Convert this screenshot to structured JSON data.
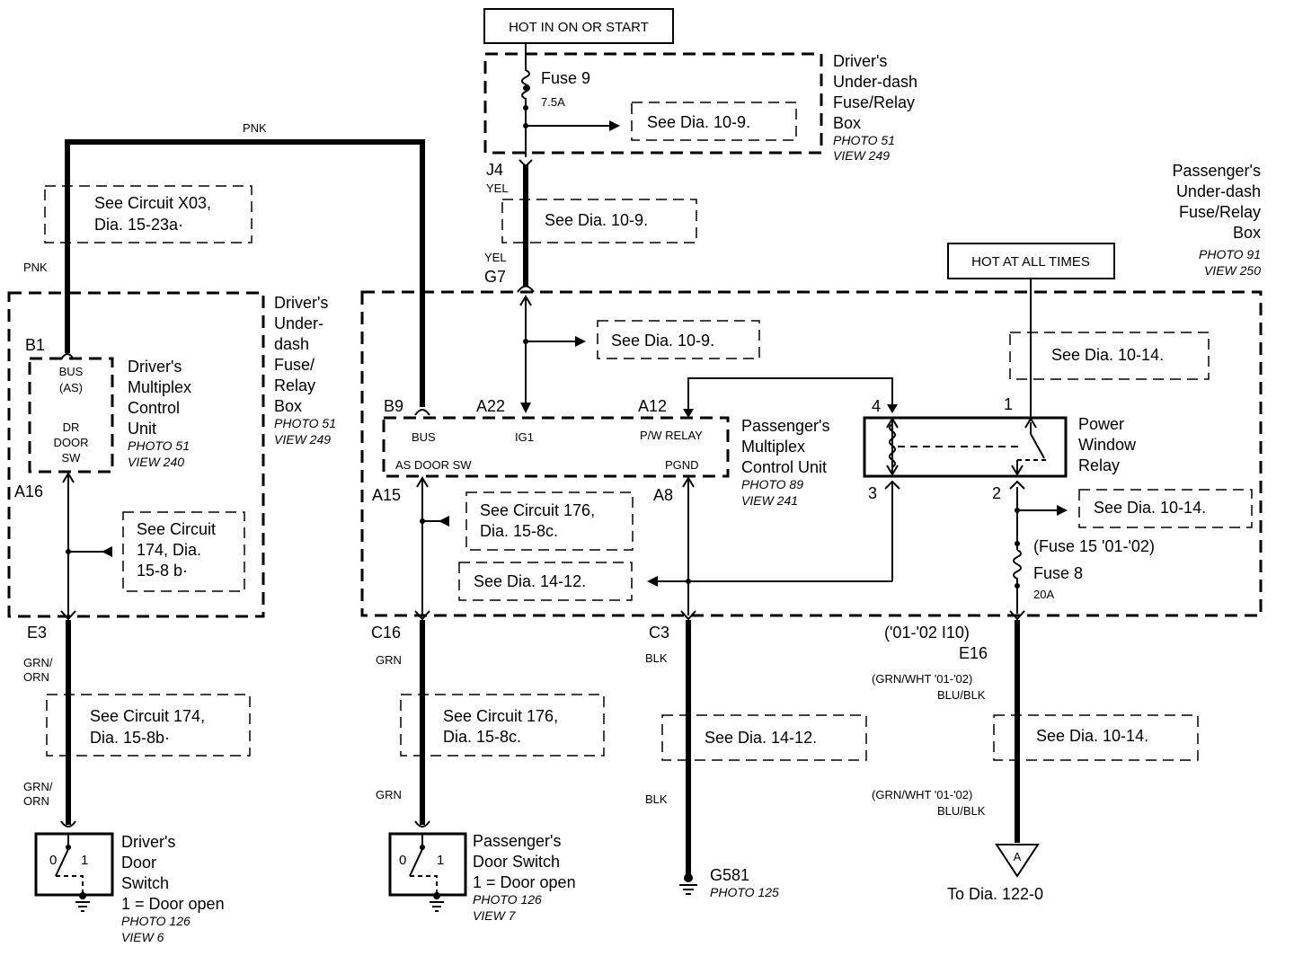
{
  "hot_in_on_start": "HOT IN ON OR START",
  "hot_at_all_times": "HOT AT ALL TIMES",
  "fuse9": {
    "name": "Fuse 9",
    "rating": "7.5A"
  },
  "see_dia_10_9": "See Dia. 10-9.",
  "see_dia_10_14": "See Dia. 10-14.",
  "see_dia_14_12": "See Dia. 14-12.",
  "see_circuit_x03": [
    "See Circuit X03,",
    "Dia. 15-23a·"
  ],
  "see_circuit_174_box": [
    "See Circuit",
    "174, Dia.",
    "15-8 b·"
  ],
  "see_circuit_176_box": [
    "See Circuit 176,",
    "Dia. 15-8c."
  ],
  "see_circuit_174_low": [
    "See Circuit 174,",
    "Dia. 15-8b·"
  ],
  "see_circuit_176_low": [
    "See Circuit 176,",
    "Dia. 15-8c."
  ],
  "driver_fuse_box_top": {
    "lines": [
      "Driver's",
      "Under-dash",
      "Fuse/Relay",
      "Box"
    ],
    "photo": "PHOTO 51",
    "view": "VIEW 249"
  },
  "driver_fuse_box_left": {
    "lines": [
      "Driver's",
      "Under-",
      "dash",
      "Fuse/",
      "Relay",
      "Box"
    ],
    "photo": "PHOTO 51",
    "view": "VIEW 249"
  },
  "pass_fuse_box": {
    "lines": [
      "Passenger's",
      "Under-dash",
      "Fuse/Relay",
      "Box"
    ],
    "photo": "PHOTO 91",
    "view": "VIEW 250"
  },
  "driver_mcu": {
    "lines": [
      "Driver's",
      "Multiplex",
      "Control",
      "Unit"
    ],
    "photo": "PHOTO 51",
    "view": "VIEW 240",
    "pins": [
      "BUS",
      "(AS)",
      "DR",
      "DOOR",
      "SW"
    ]
  },
  "pass_mcu": {
    "lines": [
      "Passenger's",
      "Multiplex",
      "Control Unit"
    ],
    "photo": "PHOTO 89",
    "view": "VIEW 241",
    "pins": {
      "bus": "BUS",
      "ig1": "IG1",
      "pw_relay": "P/W RELAY",
      "as_door_sw": "AS DOOR SW",
      "pgnd": "PGND"
    }
  },
  "relay": {
    "lines": [
      "Power",
      "Window",
      "Relay"
    ]
  },
  "fuse8": {
    "alt": "(Fuse 15 '01-'02)",
    "name": "Fuse 8",
    "rating": "20A"
  },
  "connectors": {
    "j4": "J4",
    "g7": "G7",
    "b1": "B1",
    "a16": "A16",
    "e3": "E3",
    "b9": "B9",
    "a22": "A22",
    "a12": "A12",
    "a15": "A15",
    "a8": "A8",
    "c16": "C16",
    "c3": "C3",
    "e16": "E16",
    "e16_note": "('01-'02 I10)",
    "p4": "4",
    "p3": "3",
    "p1": "1",
    "p2": "2"
  },
  "wire_colors": {
    "pnk": "PNK",
    "yel": "YEL",
    "grn": "GRN",
    "grn_orn": [
      "GRN/",
      "ORN"
    ],
    "blk": "BLK",
    "grn_wht": "(GRN/WHT '01-'02)",
    "blu_blk": "BLU/BLK"
  },
  "driver_switch": {
    "lines": [
      "Driver's",
      "Door",
      "Switch",
      "1 = Door open"
    ],
    "photo": "PHOTO 126",
    "view": "VIEW 6",
    "pos0": "0",
    "pos1": "1"
  },
  "pass_switch": {
    "lines": [
      "Passenger's",
      "Door Switch",
      "1 = Door open"
    ],
    "photo": "PHOTO 126",
    "view": "VIEW 7",
    "pos0": "0",
    "pos1": "1"
  },
  "ground": {
    "name": "G581",
    "photo": "PHOTO 125"
  },
  "to_dia": {
    "letter": "A",
    "text": "To Dia. 122-0"
  }
}
